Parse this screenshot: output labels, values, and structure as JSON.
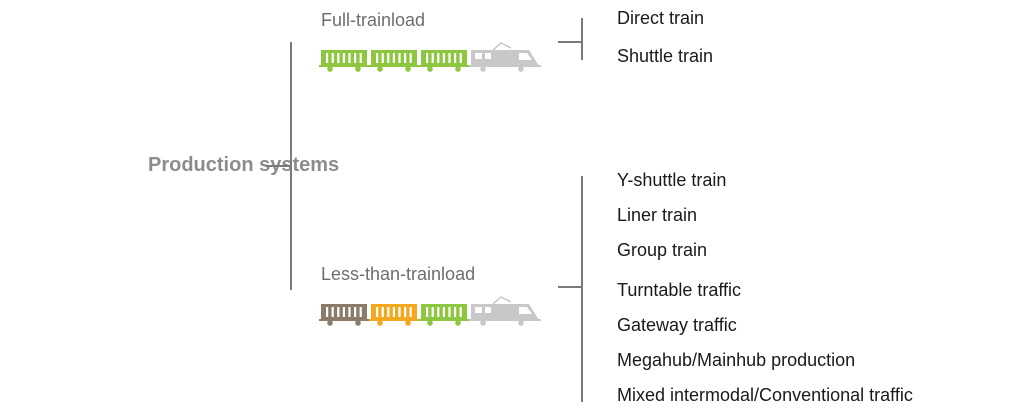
{
  "root": {
    "label": "Production systems"
  },
  "groups": [
    {
      "label": "Full-trainload",
      "wagon_colors": [
        "#8dc63f",
        "#8dc63f",
        "#8dc63f"
      ],
      "locomotive_color": "#c8c8c8",
      "items": [
        "Direct train",
        "Shuttle train"
      ]
    },
    {
      "label": "Less-than-trainload",
      "wagon_colors": [
        "#8c7b6b",
        "#f4a81d",
        "#8dc63f"
      ],
      "locomotive_color": "#c8c8c8",
      "items": [
        "Y-shuttle train",
        "Liner train",
        "Group train",
        "Turntable traffic",
        "Gateway traffic",
        "Megahub/Mainhub production",
        "Mixed intermodal/Conventional traffic"
      ]
    }
  ],
  "colors": {
    "line": "#7a7a7a",
    "root_text": "#8c8c8c",
    "group_text": "#6e6e6e"
  }
}
